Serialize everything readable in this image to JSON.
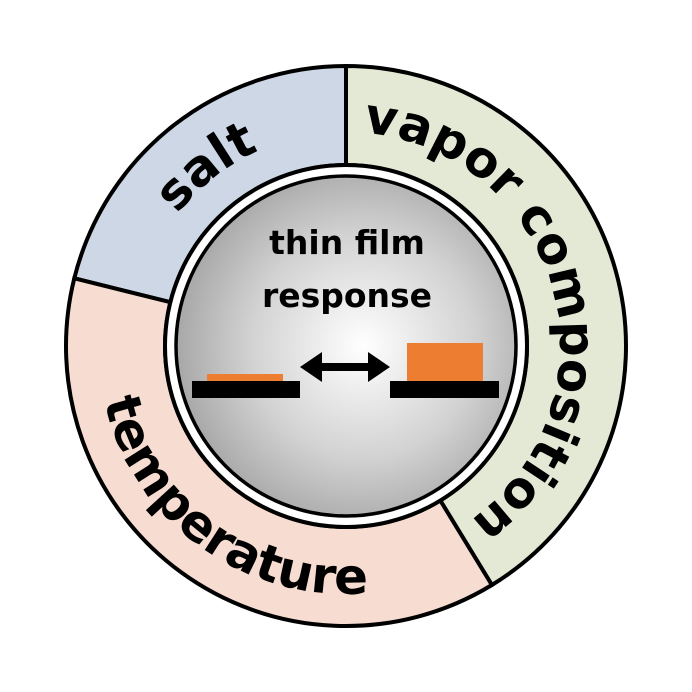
{
  "segments": [
    {
      "id": "salt",
      "label": "salt",
      "color": "#cdd7e5"
    },
    {
      "id": "vapor",
      "label": "vapor composition",
      "color": "#e3e9d5"
    },
    {
      "id": "temperature",
      "label": "temperature",
      "color": "#f6dcd1"
    }
  ],
  "center": {
    "line1": "thin film",
    "line2": "response",
    "film_color": "#ed7d31",
    "substrate_color": "#000000"
  }
}
